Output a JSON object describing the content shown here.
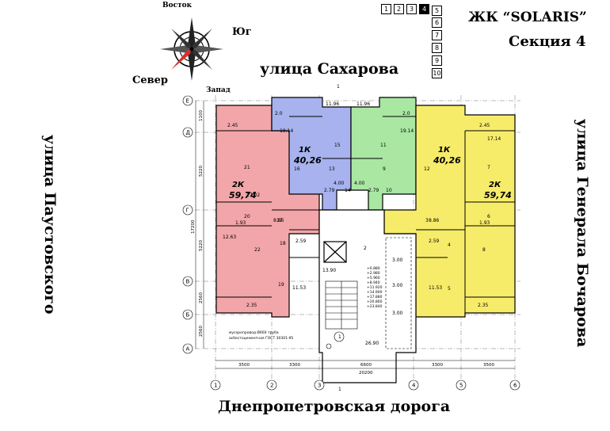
{
  "compass": {
    "east": "Восток",
    "south": "Юг",
    "north": "Север",
    "west": "Запад"
  },
  "floors": {
    "row": [
      "1",
      "2",
      "3",
      "4"
    ],
    "column": [
      "5",
      "6",
      "7",
      "8",
      "9",
      "10"
    ],
    "active": "4"
  },
  "header": {
    "complex": "ЖК “SOLARIS”",
    "section": "Секция 4"
  },
  "streets": {
    "top": "улица Сахарова",
    "left": "улица Паустовского",
    "right": "улица Генерала Бочарова",
    "bottom": "Днепропетровская дорога"
  },
  "colors": {
    "pink": "#f2a6a9",
    "blue": "#a7b2ee",
    "green": "#a9e7a3",
    "yellow": "#f6ec6a"
  },
  "plan": {
    "axes_letters": [
      "Е",
      "Д",
      "Г",
      "В",
      "Б",
      "А"
    ],
    "axes_numbers": [
      "1",
      "2",
      "3",
      "4",
      "5",
      "6"
    ],
    "dims_left": [
      "1100",
      "5220",
      "5220",
      "2560",
      "2560"
    ],
    "total_height": "17200",
    "dims_bottom": [
      "3500",
      "3300",
      "6600",
      "3300",
      "3500"
    ],
    "total_width": "20200",
    "section_mark": "1",
    "apartments": [
      {
        "rooms": "2К",
        "area": "59,74"
      },
      {
        "rooms": "1К",
        "area": "40,26"
      },
      {
        "rooms": "1К",
        "area": "40,26"
      },
      {
        "rooms": "2К",
        "area": "59,74"
      }
    ],
    "room_areas": {
      "pink": [
        "2.45",
        "17.02",
        "8.86",
        "1.93",
        "12.63",
        "2.59",
        "11.53",
        "2.35",
        "13.90"
      ],
      "blue": [
        "2.0",
        "19.14",
        "11.96",
        "4.00",
        "2.79"
      ],
      "green": [
        "11.96",
        "2.0",
        "19.14",
        "4.00",
        "2.79"
      ],
      "yellow": [
        "2.45",
        "17.14",
        "8.86",
        "1.93",
        "2.59",
        "11.53",
        "2.35"
      ],
      "core": [
        "3.00",
        "3.00",
        "3.00",
        "26.90"
      ]
    },
    "room_numbers": {
      "pink": [
        "21",
        "20",
        "17",
        "22",
        "18",
        "19"
      ],
      "blue": [
        "15",
        "16",
        "13",
        "14"
      ],
      "green": [
        "11",
        "12",
        "9",
        "10"
      ],
      "yellow": [
        "7",
        "6",
        "3",
        "8",
        "4",
        "5"
      ],
      "core": [
        "2",
        "1"
      ]
    },
    "elevations": [
      "+0.880",
      "+2.980",
      "+5.960",
      "+8.940",
      "+11.920",
      "+14.900",
      "+17.880",
      "+20.860",
      "+23.840"
    ],
    "note_line1": "мусоропровод Ø460 труба",
    "note_line2": "асбестоцементная ГОСТ 30301-95"
  }
}
